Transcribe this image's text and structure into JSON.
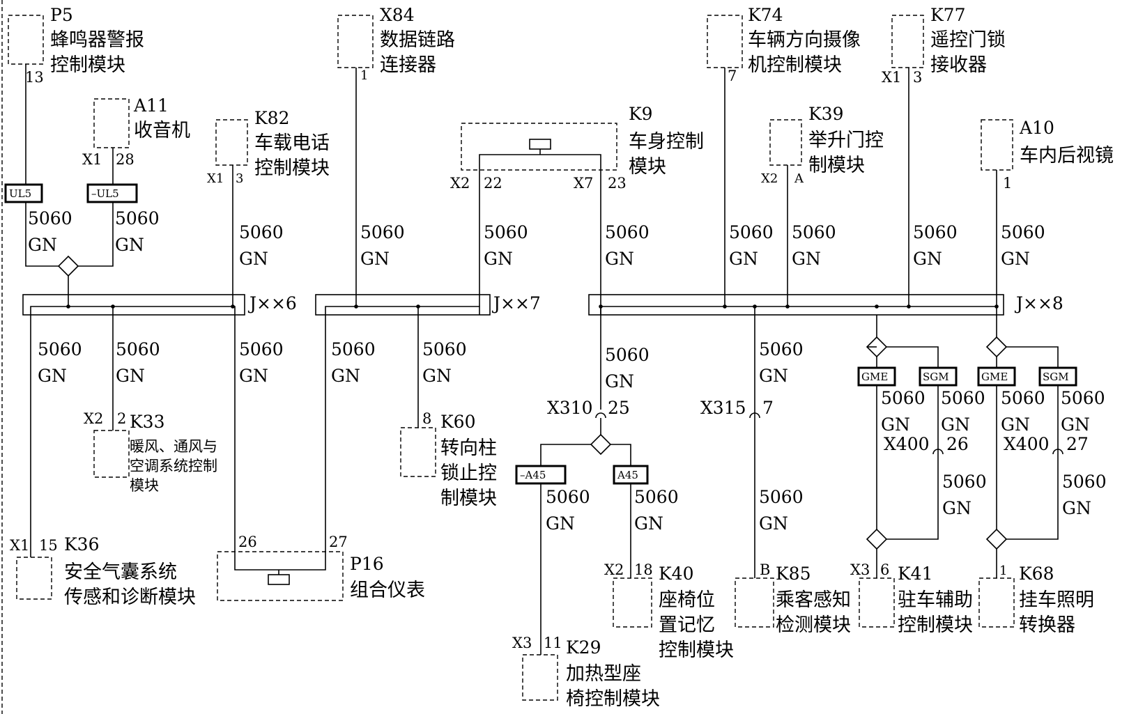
{
  "wire": {
    "circuit": "5060",
    "color": "GN"
  },
  "splices": [
    "J××6",
    "J××7",
    "J××8"
  ],
  "options": {
    "ul5": "UL5",
    "not_ul5": "–UL5",
    "a45": "A45",
    "not_a45": "–A45",
    "gme": "GME",
    "sgm": "SGM"
  },
  "modules": {
    "P5": {
      "ref": "P5",
      "name1": "蜂鸣器警报",
      "name2": "控制模块",
      "pin": "13"
    },
    "A11": {
      "ref": "A11",
      "name1": "收音机",
      "conn": "X1",
      "pin": "28"
    },
    "K82": {
      "ref": "K82",
      "name1": "车载电话",
      "name2": "控制模块",
      "conn": "X1",
      "pin": "3"
    },
    "X84": {
      "ref": "X84",
      "name1": "数据链路",
      "name2": "连接器",
      "pin": "1"
    },
    "K9": {
      "ref": "K9",
      "name1": "车身控制",
      "name2": "模块",
      "conn1": "X2",
      "pin1": "22",
      "conn2": "X7",
      "pin2": "23"
    },
    "K74": {
      "ref": "K74",
      "name1": "车辆方向摄像",
      "name2": "机控制模块",
      "pin": "7"
    },
    "K39": {
      "ref": "K39",
      "name1": "举升门控",
      "name2": "制模块",
      "conn": "X2",
      "pin": "A"
    },
    "K77": {
      "ref": "K77",
      "name1": "遥控门锁",
      "name2": "接收器",
      "conn": "X1",
      "pin": "3"
    },
    "A10": {
      "ref": "A10",
      "name1": "车内后视镜",
      "pin": "1"
    },
    "K33": {
      "ref": "K33",
      "name1": "暖风、通风与",
      "name2": "空调系统控制",
      "name3": "模块",
      "conn": "X2",
      "pin": "2"
    },
    "K60": {
      "ref": "K60",
      "name1": "转向柱",
      "name2": "锁止控",
      "name3": "制模块",
      "pin": "8"
    },
    "K36": {
      "ref": "K36",
      "name1": "安全气囊系统",
      "name2": "传感和诊断模块",
      "conn": "X1",
      "pin": "15"
    },
    "P16": {
      "ref": "P16",
      "name1": "组合仪表",
      "pin1": "26",
      "pin2": "27"
    },
    "K29": {
      "ref": "K29",
      "name1": "加热型座",
      "name2": "椅控制模块",
      "conn": "X3",
      "pin": "11"
    },
    "K40": {
      "ref": "K40",
      "name1": "座椅位",
      "name2": "置记忆",
      "name3": "控制模块",
      "conn": "X2",
      "pin": "18"
    },
    "K85": {
      "ref": "K85",
      "name1": "乘客感知",
      "name2": "检测模块",
      "pin": "B"
    },
    "K41": {
      "ref": "K41",
      "name1": "驻车辅助",
      "name2": "控制模块",
      "conn": "X3",
      "pin": "6"
    },
    "K68": {
      "ref": "K68",
      "name1": "挂车照明",
      "name2": "转换器",
      "pin": "1"
    }
  },
  "inline_connectors": {
    "X310": {
      "ref": "X310",
      "pin": "25"
    },
    "X315": {
      "ref": "X315",
      "pin": "7"
    },
    "X400a": {
      "ref": "X400",
      "pin": "26"
    },
    "X400b": {
      "ref": "X400",
      "pin": "27"
    }
  }
}
